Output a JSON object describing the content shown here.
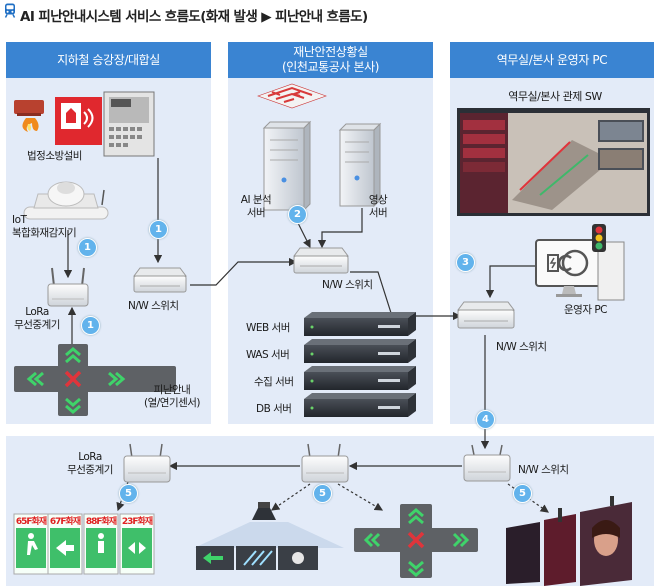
{
  "title": "AI 피난안내시스템 서비스 흐름도(화재 발생 ▶ 피난안내 흐름도)",
  "columns": {
    "left": {
      "header": "지하철 승강장/대합실"
    },
    "center": {
      "header_line1": "재난안전상황실",
      "header_line2": "(인천교통공사 본사)"
    },
    "right": {
      "header": "역무실/본사 운영자 PC"
    }
  },
  "labels": {
    "fire_equipment": "법정소방설비",
    "iot_line1": "IoT",
    "iot_line2": "복합화재감지기",
    "lora_line1": "LoRa",
    "lora_line2": "무선중계기",
    "nw_switch": "N/W 스위치",
    "evac_line1": "피난안내",
    "evac_line2": "(열/연기센서)",
    "ai_server_line1": "AI 분석",
    "ai_server_line2": "서버",
    "video_server_line1": "영상",
    "video_server_line2": "서버",
    "web_server": "WEB 서버",
    "was_server": "WAS 서버",
    "collect_server": "수집 서버",
    "db_server": "DB 서버",
    "control_sw": "역무실/본사 관제 SW",
    "operator_pc": "운영자 PC",
    "bottom_lora_line1": "LoRa",
    "bottom_lora_line2": "무선중계기",
    "bottom_nw_switch": "N/W 스위치"
  },
  "signs": [
    "65F화재",
    "67F화재",
    "88F화재",
    "23F화재"
  ],
  "steps": [
    "1",
    "1",
    "1",
    "2",
    "3",
    "4",
    "5",
    "5",
    "5"
  ],
  "colors": {
    "header": "#3a84d2",
    "panel": "#e3ebf8",
    "bubble": "#62b3ec",
    "arrow_green": "#3fb86a",
    "arrow_red": "#e0343b"
  }
}
